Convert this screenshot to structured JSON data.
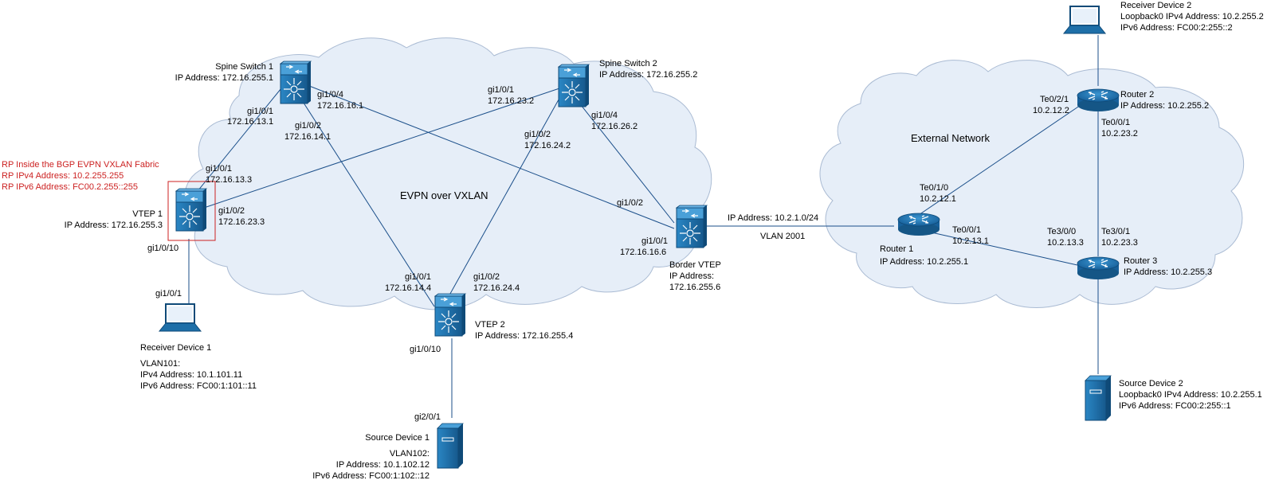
{
  "clouds": {
    "fabric": "EVPN over VXLAN",
    "external": "External Network"
  },
  "rp_note": {
    "line1": "RP Inside the BGP EVPN VXLAN Fabric",
    "line2": "RP IPv4 Address: 10.2.255.255",
    "line3": "RP IPv6 Address: FC00.2.255::255"
  },
  "devices": {
    "spine1": {
      "name": "Spine Switch 1",
      "ip": "IP Address: 172.16.255.1"
    },
    "spine2": {
      "name": "Spine Switch 2",
      "ip": "IP Address: 172.16.255.2"
    },
    "vtep1": {
      "name": "VTEP 1",
      "ip": "IP Address: 172.16.255.3"
    },
    "vtep2": {
      "name": "VTEP 2",
      "ip": "IP Address: 172.16.255.4"
    },
    "border": {
      "name": "Border VTEP",
      "ip_label": "IP Address:",
      "ip": "172.16.255.6"
    },
    "router1": {
      "name": "Router 1",
      "ip": "IP Address: 10.2.255.1"
    },
    "router2": {
      "name": "Router  2",
      "ip": "IP Address: 10.2.255.2"
    },
    "router3": {
      "name": "Router 3",
      "ip": "IP Address: 10.2.255.3"
    },
    "receiver1": {
      "name": "Receiver Device 1",
      "vlan": "VLAN101:",
      "ipv4": "IPv4 Address: 10.1.101.11",
      "ipv6": "IPv6 Address: FC00:1:101::11"
    },
    "source1": {
      "name": "Source Device 1",
      "vlan": "VLAN102:",
      "ip": "IP Address: 10.1.102.12",
      "ipv6": "IPv6 Address: FC00:1:102::12"
    },
    "receiver2": {
      "name": "Receiver Device 2",
      "lo": "Loopback0 IPv4 Address: 10.2.255.2",
      "ipv6": "IPv6 Address: FC00:2:255::2"
    },
    "source2": {
      "name": "Source Device 2",
      "lo": "Loopback0 IPv4 Address: 10.2.255.1",
      "ipv6": "IPv6 Address: FC00:2:255::1"
    }
  },
  "interfaces": {
    "s1_gi104": "gi1/0/4",
    "s1_gi104_ip": "172.16.16.1",
    "s1_gi101": "gi1/0/1",
    "s1_gi101_ip": "172.16.13.1",
    "s1_gi102": "gi1/0/2",
    "s1_gi102_ip": "172.16.14.1",
    "s2_gi101": "gi1/0/1",
    "s2_gi101_ip": "172.16.23.2",
    "s2_gi104": "gi1/0/4",
    "s2_gi104_ip": "172.16.26.2",
    "s2_gi102": "gi1/0/2",
    "s2_gi102_ip": "172.16.24.2",
    "v1_gi101": "gi1/0/1",
    "v1_gi101_ip": "172.16.13.3",
    "v1_gi102": "gi1/0/2",
    "v1_gi102_ip": "172.16.23.3",
    "v1_gi1010": "gi1/0/10",
    "rx1_gi101": "gi1/0/1",
    "v2_gi101": "gi1/0/1",
    "v2_gi101_ip": "172.16.14.4",
    "v2_gi102": "gi1/0/2",
    "v2_gi102_ip": "172.16.24.4",
    "v2_gi1010": "gi1/0/10",
    "src1_gi201": "gi2/0/1",
    "bv_gi102": "gi1/0/2",
    "bv_gi101": "gi1/0/1",
    "bv_gi101_ip": "172.16.16.6",
    "bv_link_ip": "IP Address: 10.2.1.0/24",
    "bv_link_vlan": "VLAN 2001",
    "r1_te010": "Te0/1/0",
    "r1_te010_ip": "10.2.12.1",
    "r1_te001": "Te0/0/1",
    "r1_te001_ip": "10.2.13.1",
    "r2_te021": "Te0/2/1",
    "r2_te021_ip": "10.2.12.2",
    "r2_te001": "Te0/0/1",
    "r2_te001_ip": "10.2.23.2",
    "r3_te300": "Te3/0/0",
    "r3_te300_ip": "10.2.13.3",
    "r3_te301": "Te3/0/1",
    "r3_te301_ip": "10.2.23.3"
  },
  "icons": {
    "switch": "layer3-switch-icon",
    "router": "router-icon",
    "laptop": "laptop-icon",
    "server": "server-icon"
  },
  "colors": {
    "cloud_fill": "#e6eef8",
    "device_blue": "#1e6fa8",
    "link": "#1b4f8a",
    "rp_red": "#cc2222"
  }
}
